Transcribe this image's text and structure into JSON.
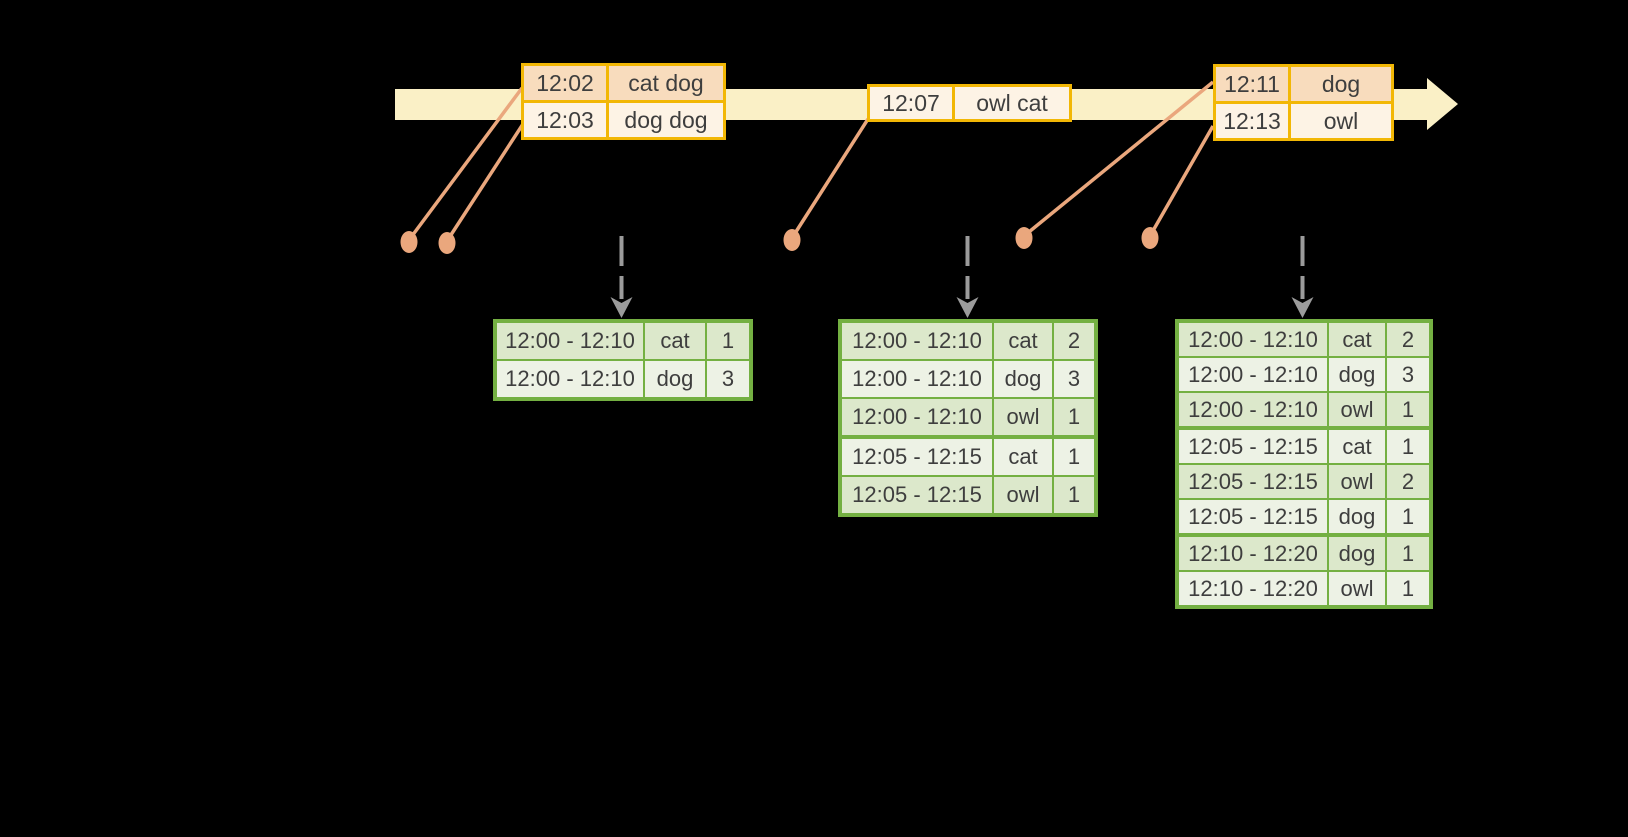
{
  "colors": {
    "background": "#000000",
    "timeline_fill": "#faf0c6",
    "event_table_border": "#f2b705",
    "event_row_dark": "#f8dcbd",
    "event_row_light": "#fdf3e5",
    "connector_salmon": "#eaa77d",
    "trigger_arrow_gray": "#9b9b9b",
    "result_table_border": "#74b042",
    "result_row_dark": "#dce8cb",
    "result_row_light": "#edf2e5",
    "text": "#3e3e3e"
  },
  "icons": {
    "timeline_arrowhead": "right-arrow",
    "trigger_arrowhead": "down-arrow",
    "event_marker": "dot"
  },
  "events": [
    {
      "rows": [
        {
          "time": "12:02",
          "words": "cat dog"
        },
        {
          "time": "12:03",
          "words": "dog dog"
        }
      ]
    },
    {
      "rows": [
        {
          "time": "12:07",
          "words": "owl cat"
        }
      ]
    },
    {
      "rows": [
        {
          "time": "12:11",
          "words": "dog"
        },
        {
          "time": "12:13",
          "words": "owl"
        }
      ]
    }
  ],
  "results": [
    {
      "rows": [
        {
          "window": "12:00 - 12:10",
          "word": "cat",
          "count": "1"
        },
        {
          "window": "12:00 - 12:10",
          "word": "dog",
          "count": "3"
        }
      ]
    },
    {
      "rows": [
        {
          "window": "12:00 - 12:10",
          "word": "cat",
          "count": "2"
        },
        {
          "window": "12:00 - 12:10",
          "word": "dog",
          "count": "3"
        },
        {
          "window": "12:00 - 12:10",
          "word": "owl",
          "count": "1"
        },
        {
          "window": "12:05 - 12:15",
          "word": "cat",
          "count": "1"
        },
        {
          "window": "12:05 - 12:15",
          "word": "owl",
          "count": "1"
        }
      ]
    },
    {
      "rows": [
        {
          "window": "12:00 - 12:10",
          "word": "cat",
          "count": "2"
        },
        {
          "window": "12:00 - 12:10",
          "word": "dog",
          "count": "3"
        },
        {
          "window": "12:00 - 12:10",
          "word": "owl",
          "count": "1"
        },
        {
          "window": "12:05 - 12:15",
          "word": "cat",
          "count": "1"
        },
        {
          "window": "12:05 - 12:15",
          "word": "owl",
          "count": "2"
        },
        {
          "window": "12:05 - 12:15",
          "word": "dog",
          "count": "1"
        },
        {
          "window": "12:10 - 12:20",
          "word": "dog",
          "count": "1"
        },
        {
          "window": "12:10 - 12:20",
          "word": "owl",
          "count": "1"
        }
      ]
    }
  ]
}
